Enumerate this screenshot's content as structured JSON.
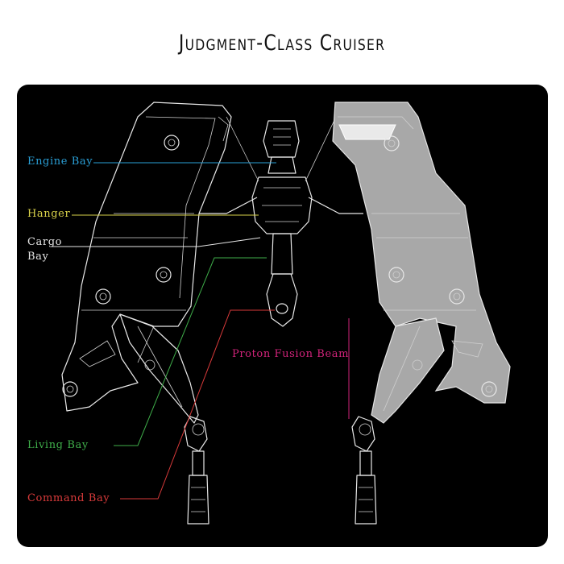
{
  "title": "Judgment-Class Cruiser",
  "labels": {
    "engine_bay": "Engine Bay",
    "hanger": "Hanger",
    "cargo_bay_line1": "Cargo",
    "cargo_bay_line2": "Bay",
    "living_bay": "Living Bay",
    "command_bay": "Command Bay",
    "proton_fusion_beam": "Proton Fusion Beam"
  },
  "colors": {
    "background": "#000000",
    "engine_bay": "#2a9fd6",
    "hanger": "#d9d24a",
    "cargo_bay": "#e6e6e6",
    "living_bay": "#3fae4a",
    "command_bay": "#d83a3a",
    "proton_fusion_beam": "#d1237a",
    "shaded_wing": "#a8a8a8"
  }
}
